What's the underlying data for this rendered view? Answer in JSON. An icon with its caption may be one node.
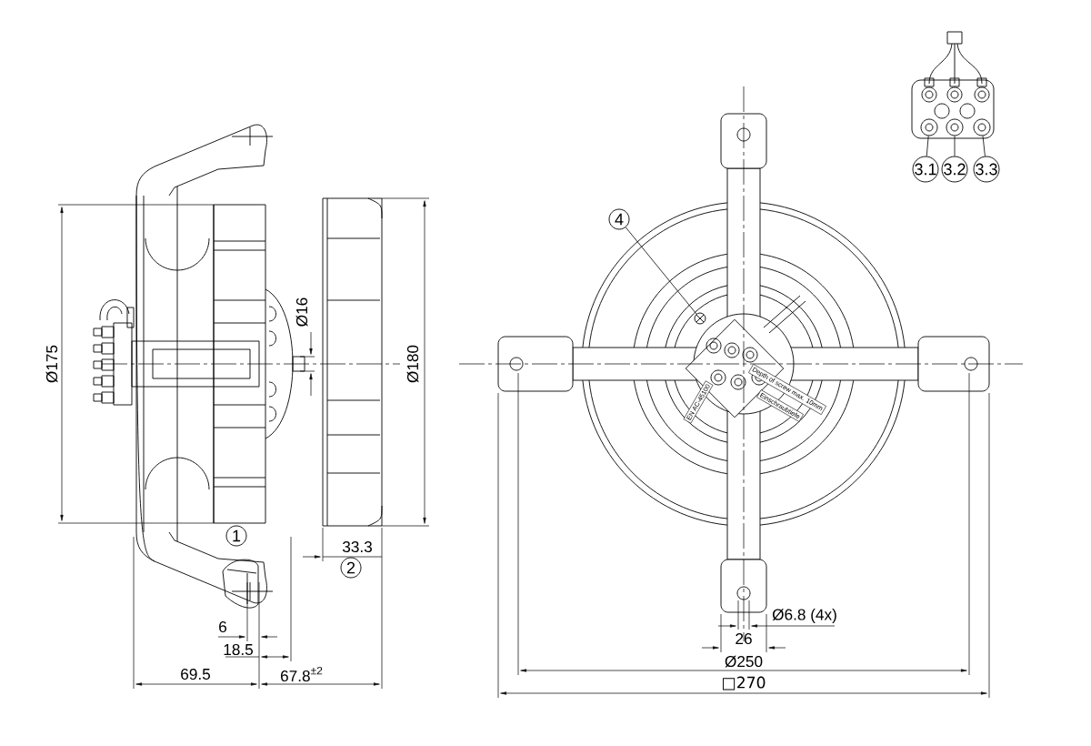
{
  "diagram": {
    "nodes": [
      {
        "text": [
          "4"
        ]
      },
      {
        "text": [],
        "shape": "circle"
      },
      {
        "text": [
          "3.1"
        ]
      },
      {
        "text": [
          "3.2"
        ]
      },
      {
        "text": [
          "3.3"
        ]
      },
      {
        "text": [],
        "shape": "circle"
      },
      {
        "text": [],
        "shape": "circle"
      },
      {
        "text": [],
        "shape": "circle"
      },
      {
        "text": [
          "1"
        ]
      },
      {
        "text": [
          "2"
        ]
      }
    ],
    "edges": [
      {
        "from": 0,
        "to": 1,
        "arrow": "none"
      },
      {
        "from": 2,
        "to": 5,
        "arrow": "none"
      },
      {
        "from": 3,
        "to": 6,
        "arrow": "none"
      },
      {
        "from": 4,
        "to": 7,
        "arrow": "none"
      }
    ],
    "labels": [
      "Ø16",
      "Ø175",
      "Ø180",
      "33.3",
      "6",
      "18.5",
      "69.5",
      "67.8$^{±2}$",
      "Ø6.8 (4x)",
      "26",
      "Ø250",
      "□270",
      "EN AC-45100",
      "Depth of screw max. 10mm",
      "Einschraubtiefe"
    ]
  }
}
